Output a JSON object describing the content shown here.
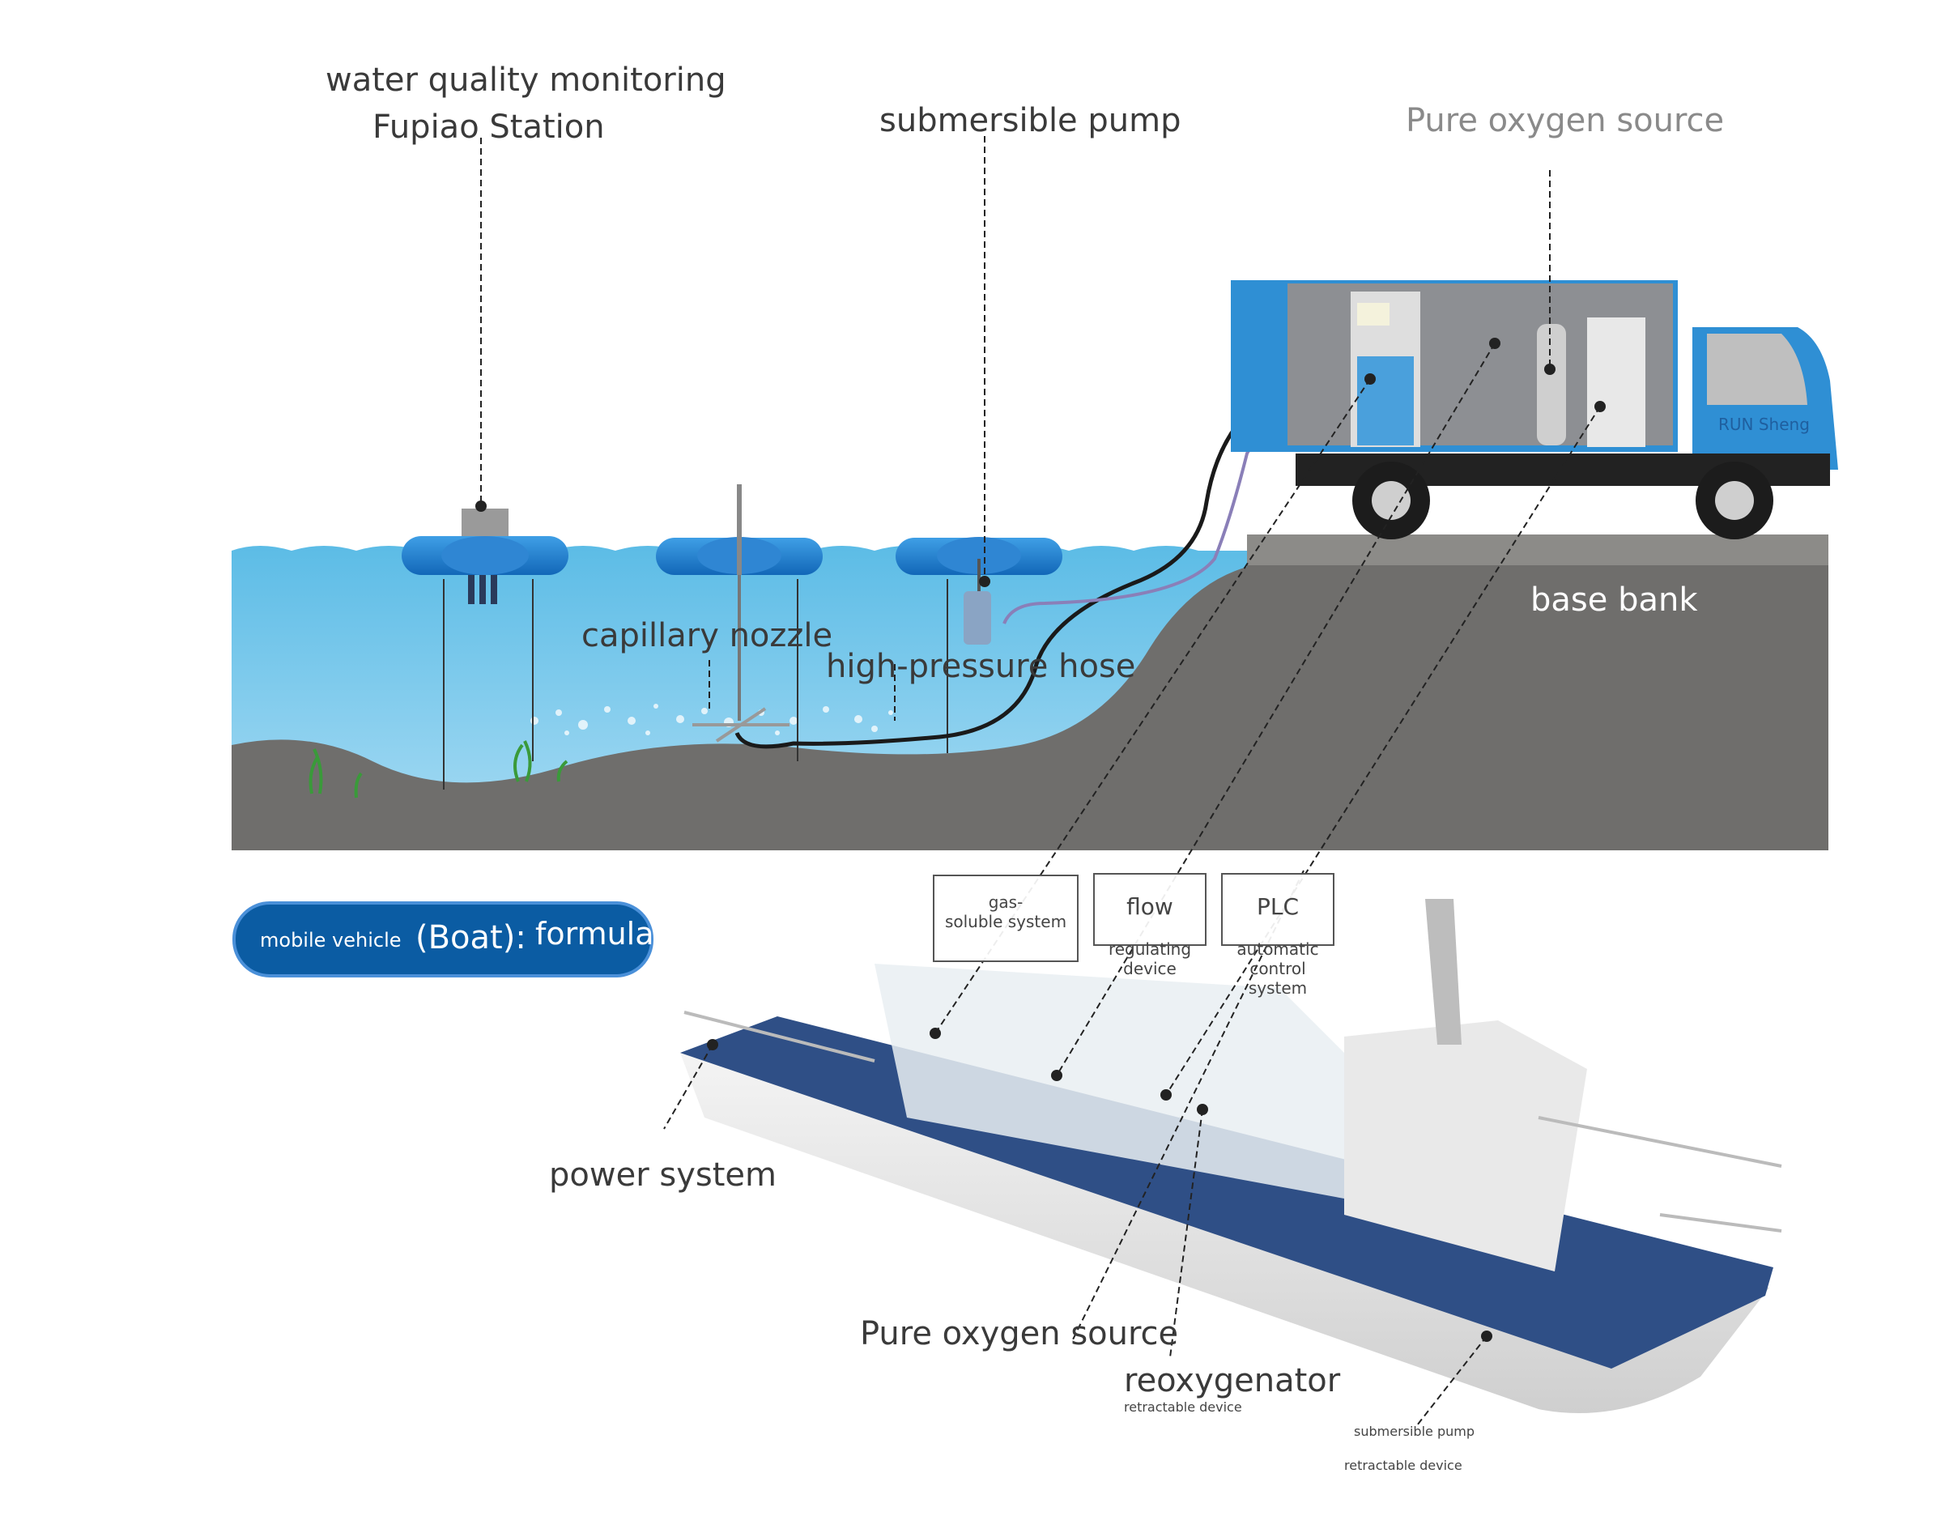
{
  "colors": {
    "water": "#4fb1dd",
    "ground": "#6f6e6c",
    "truck_blue": "#2f8fd4",
    "pill_bg": "#0b5ca3",
    "hull_blue": "#2f4f86"
  },
  "labels": {
    "monitor_line1": "water quality monitoring",
    "monitor_line2": "Fupiao Station",
    "submersible_pump": "submersible pump",
    "oxygen_source_top": "Pure oxygen source",
    "base_bank": "base bank",
    "capillary_nozzle": "capillary nozzle",
    "high_pressure_hose": "high-pressure hose",
    "truck_brand": "RUN Sheng",
    "power_system": "power system",
    "oxygen_source_bottom": "Pure oxygen source",
    "reoxygenator": "reoxygenator",
    "retractable_device_1": "retractable device",
    "submersible_pump_small": "submersible pump",
    "retractable_device_2": "retractable device"
  },
  "boxes": {
    "gas": "gas-\nsoluble system",
    "flow_title": "flow",
    "flow_sub": "regulating\ndevice",
    "plc_title": "PLC",
    "plc_sub": "automatic\ncontrol system"
  },
  "pill": {
    "part1": "mobile vehicle",
    "part2": "(Boat):",
    "part3": "formula"
  }
}
